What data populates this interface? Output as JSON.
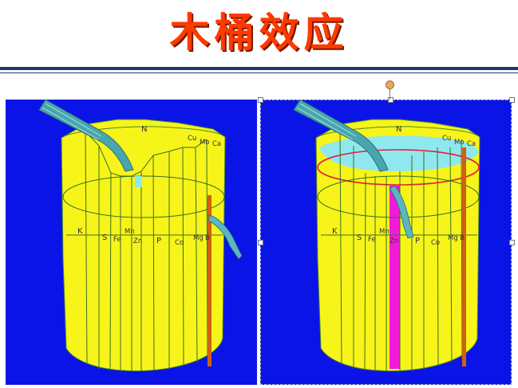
{
  "slide": {
    "title": "木桶效应"
  },
  "colors": {
    "title_red": "#ff3a00",
    "panel_blue": "#0a14e6",
    "barrel_yellow": "#f7f41a",
    "water_cyan": "#8fe8ee",
    "waterline_red": "#e2203a",
    "short_stave_magenta": "#f01cd8",
    "hoop_green": "#3a7020",
    "hose_teal": "#4aa6ae"
  },
  "panels": {
    "left": {
      "labels": {
        "n": "N",
        "cu": "Cu",
        "mo": "Mo",
        "ca": "Ca",
        "k": "K",
        "s": "S",
        "fe": "Fe",
        "mn": "Mn",
        "zn": "Zn",
        "p": "P",
        "co": "Co",
        "mg": "Mg",
        "b": "B"
      }
    },
    "right": {
      "labels": {
        "n": "N",
        "cu": "Cu",
        "mo": "Mo",
        "ca": "Ca",
        "k": "K",
        "s": "S",
        "fe": "Fe",
        "mn": "Mn",
        "zn": "Zn",
        "p": "P",
        "co": "Co",
        "mg": "Mg",
        "b": "B"
      }
    }
  }
}
